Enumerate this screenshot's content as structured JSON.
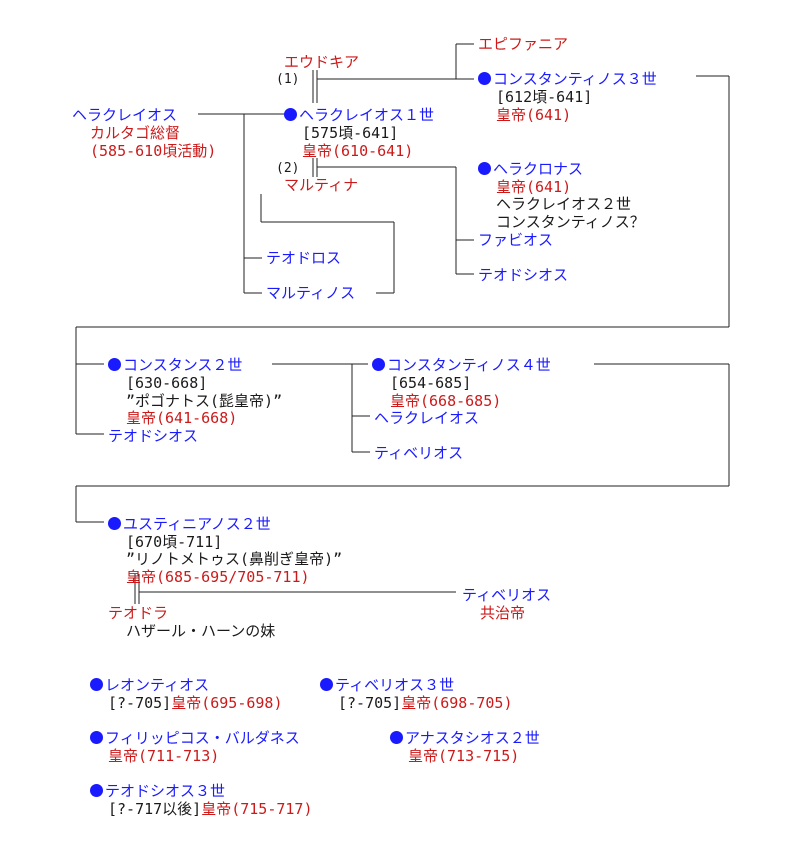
{
  "colors": {
    "blue": "#1a1aff",
    "red": "#cc1a1a",
    "black": "#1a1a1a",
    "line": "#222222"
  },
  "heraclius_elder": {
    "name": "ヘラクレイオス",
    "title": "カルタゴ総督",
    "active": "(585-610頃活動)"
  },
  "eudokia": {
    "name": "エウドキア",
    "marriage": "(1)"
  },
  "martina": {
    "name": "マルティナ",
    "marriage": "(2)"
  },
  "heraclius1": {
    "name": "ヘラクレイオス１世",
    "years": "[575頃-641]",
    "reign": "皇帝(610-641)"
  },
  "theodoros": {
    "name": "テオドロス"
  },
  "martinos": {
    "name": "マルティノス"
  },
  "epiphania": {
    "name": "エピファニア"
  },
  "constantine3": {
    "name": "コンスタンティノス３世",
    "years": "[612頃-641]",
    "reign": "皇帝(641)"
  },
  "heraklonas": {
    "name": "ヘラクロナス",
    "reign": "皇帝(641)",
    "alias1": "ヘラクレイオス２世",
    "alias2": "コンスタンティノス？"
  },
  "fabios": {
    "name": "ファビオス"
  },
  "theodosios_a": {
    "name": "テオドシオス"
  },
  "constans2": {
    "name": "コンスタンス２世",
    "years": "[630-668]",
    "nickname": "”ポゴナトス(髭皇帝)”",
    "reign": "皇帝(641-668)"
  },
  "theodosios_b": {
    "name": "テオドシオス"
  },
  "constantine4": {
    "name": "コンスタンティノス４世",
    "years": "[654-685]",
    "reign": "皇帝(668-685)"
  },
  "heraclius_b": {
    "name": "ヘラクレイオス"
  },
  "tiberios_a": {
    "name": "ティベリオス"
  },
  "justinian2": {
    "name": "ユスティニアノス２世",
    "years": "[670頃-711]",
    "nickname": "”リノトメトゥス(鼻削ぎ皇帝)”",
    "reign": "皇帝(685-695/705-711)"
  },
  "tiberios_b": {
    "name": "ティベリオス",
    "reign": "共治帝"
  },
  "theodora": {
    "name": "テオドラ",
    "note": "ハザール・ハーンの妹"
  },
  "others": [
    {
      "name": "レオンティオス",
      "years": "[?-705]",
      "reign": "皇帝(695-698)"
    },
    {
      "name": "ティベリオス３世",
      "years": "[?-705]",
      "reign": "皇帝(698-705)"
    },
    {
      "name": "フィリッピコス・バルダネス",
      "years": "",
      "reign": "皇帝(711-713)"
    },
    {
      "name": "アナスタシオス２世",
      "years": "",
      "reign": "皇帝(713-715)"
    },
    {
      "name": "テオドシオス３世",
      "years": "[?-717以後]",
      "reign": "皇帝(715-717)"
    }
  ]
}
